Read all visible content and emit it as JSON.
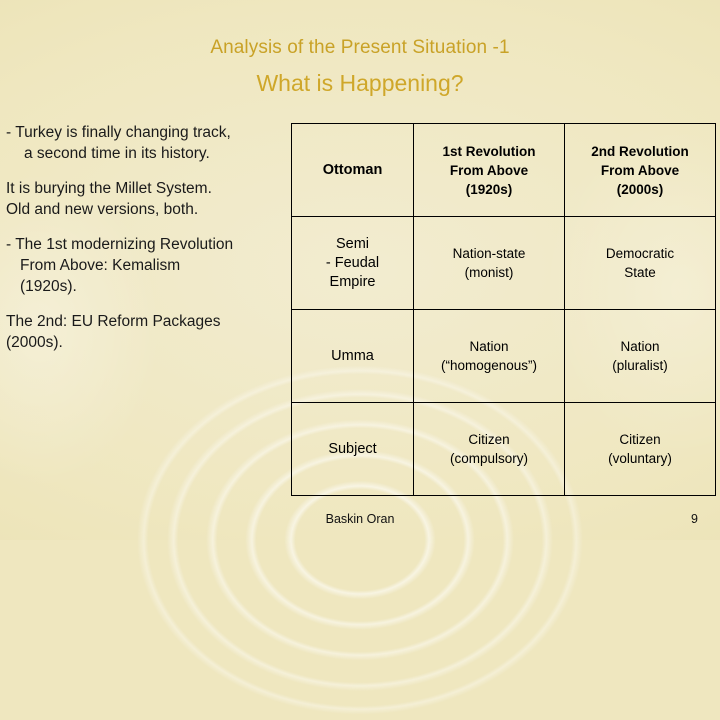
{
  "slide": {
    "title_line1": "Analysis of the Present Situation -1",
    "title_line2": "What is Happening?",
    "title_color": "#c9a227",
    "background_color": "#efe7bf"
  },
  "left_text": {
    "p1_line1": "- Turkey is finally changing track,",
    "p1_line2": "a second time in its history.",
    "p2_line1": "It is burying the Millet System.",
    "p2_line2": "Old and new versions, both.",
    "p3_line1": "- The 1st modernizing Revolution",
    "p3_line2": "From Above:  Kemalism",
    "p3_line3": "(1920s).",
    "p4_line1": "The 2nd: EU Reform Packages",
    "p4_line2": "(2000s)."
  },
  "table": {
    "header": {
      "corner": "",
      "col0": "Ottoman",
      "col1_line1": "1st Revolution",
      "col1_line2": "From Above",
      "col1_line3": "(1920s)",
      "col2_line1": "2nd Revolution",
      "col2_line2": "From Above",
      "col2_line3": "(2000s)"
    },
    "rows": [
      {
        "c0_line1": "Semi",
        "c0_line2": "- Feudal",
        "c0_line3": "Empire",
        "c1_line1": "Nation-state",
        "c1_line2": "(monist)",
        "c2_line1": "Democratic",
        "c2_line2": "State"
      },
      {
        "c0_line1": "Umma",
        "c0_line2": "",
        "c0_line3": "",
        "c1_line1": "Nation",
        "c1_line2": "(“homogenous”)",
        "c2_line1": "Nation",
        "c2_line2": "(pluralist)"
      },
      {
        "c0_line1": "Subject",
        "c0_line2": "",
        "c0_line3": "",
        "c1_line1": "Citizen",
        "c1_line2": "(compulsory)",
        "c2_line1": "Citizen",
        "c2_line2": "(voluntary)"
      }
    ]
  },
  "footer": {
    "author": "Baskin Oran",
    "page_number": "9"
  }
}
